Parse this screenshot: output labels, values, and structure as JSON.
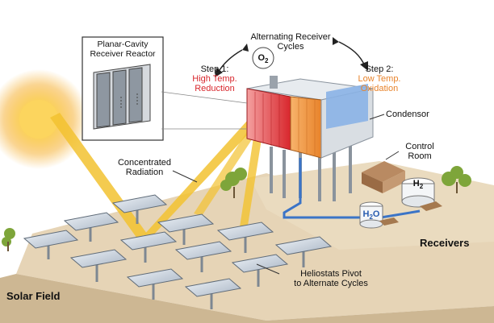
{
  "title": {
    "line1": "Alternating Receiver",
    "line2": "Cycles"
  },
  "inset": {
    "line1": "Planar-Cavity",
    "line2": "Receiver Reactor"
  },
  "step1": {
    "line1": "Step 1:",
    "line2": "High Temp.",
    "line3": "Reduction"
  },
  "step2": {
    "line1": "Step 2:",
    "line2": "Low Temp.",
    "line3": "Oxidation"
  },
  "o2": {
    "main": "O",
    "sub": "2"
  },
  "h2": {
    "main": "H",
    "sub": "2"
  },
  "h2o": {
    "main": "H",
    "sub": "2",
    "end": "O"
  },
  "condensor": "Condensor",
  "control_room": {
    "line1": "Control",
    "line2": "Room"
  },
  "radiation": {
    "line1": "Concentrated",
    "line2": "Radiation"
  },
  "heliostats": {
    "line1": "Heliostats Pivot",
    "line2": "to Alternate Cycles"
  },
  "receivers": "Receivers",
  "solar_field": "Solar Field",
  "colors": {
    "step1": "#d8262c",
    "step2": "#e8832b",
    "beam": "#f2c230",
    "ground": "#e6d4b6",
    "sun": "#f7b733"
  }
}
